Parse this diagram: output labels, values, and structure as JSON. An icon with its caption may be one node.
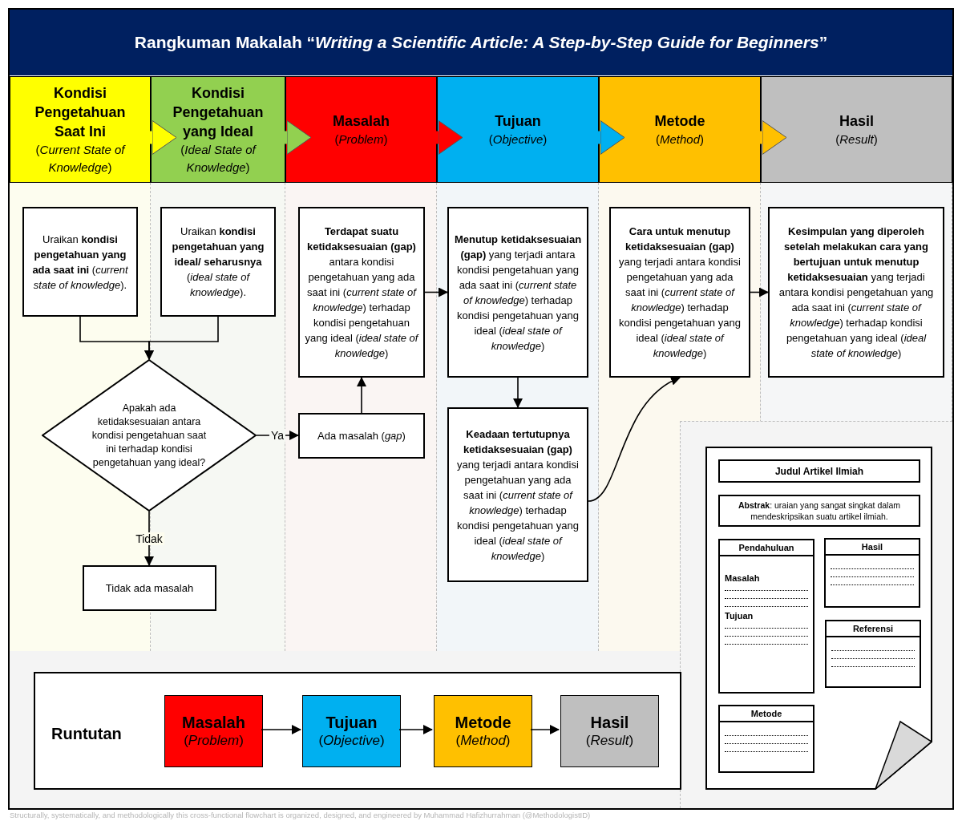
{
  "diagram": {
    "title": "Rangkuman Makalah “*Writing a Scientific Article: A Step-by-Step Guide for Beginners*”",
    "nodes": [
      {
        "text": [
          "Kondisi Pengetahuan Saat Ini",
          "(*Current State of Knowledge*)"
        ]
      },
      {
        "text": [
          "Kondisi Pengetahuan yang Ideal",
          "(*Ideal State of Knowledge*)"
        ]
      },
      {
        "text": [
          "Masalah",
          "(*Problem*)"
        ]
      },
      {
        "text": [
          "Tujuan",
          "(*Objective*)"
        ]
      },
      {
        "text": [
          "Metode",
          "(*Method*)"
        ]
      },
      {
        "text": [
          "Hasil",
          "(*Result*)"
        ]
      },
      {
        "text": [
          "Uraikan **kondisi pengetahuan yang ada saat ini** (*current state of knowledge*)."
        ]
      },
      {
        "text": [
          "Uraikan **kondisi pengetahuan yang ideal/ seharusnya** (*ideal state of knowledge*)."
        ]
      },
      {
        "text": [
          "Apakah ada ketidaksesuaian antara kondisi pengetahuan saat ini terhadap kondisi pengetahuan yang ideal?"
        ]
      },
      {
        "text": [
          "Tidak ada masalah"
        ]
      },
      {
        "text": [
          "Ada masalah (*gap*)"
        ]
      },
      {
        "text": [
          "**Terdapat suatu ketidaksesuaian (gap)** antara kondisi pengetahuan yang ada saat ini (*current state of knowledge*) terhadap kondisi pengetahuan yang ideal (*ideal state of knowledge*)"
        ]
      },
      {
        "text": [
          "**Menutup ketidaksesuaian (gap)** yang terjadi antara kondisi pengetahuan yang ada saat ini (*current state of knowledge*) terhadap kondisi pengetahuan yang ideal (*ideal state of knowledge*)"
        ]
      },
      {
        "text": [
          "**Keadaan tertutupnya ketidaksesuaian (gap)** yang terjadi antara kondisi pengetahuan yang ada saat ini (*current state of knowledge*) terhadap kondisi pengetahuan yang ideal (*ideal state of knowledge*)"
        ]
      },
      {
        "text": [
          "**Cara untuk menutup ketidaksesuaian (gap)** yang terjadi antara kondisi pengetahuan yang ada saat ini (*current state of knowledge*) terhadap kondisi pengetahuan yang ideal (*ideal state of knowledge*)"
        ]
      },
      {
        "text": [
          "**Kesimpulan yang diperoleh setelah melakukan cara yang bertujuan untuk menutup ketidaksesuaian** yang terjadi antara kondisi pengetahuan yang ada saat ini (*current state of knowledge*) terhadap kondisi pengetahuan yang ideal (*ideal state of knowledge*)"
        ]
      },
      {
        "text": [],
        "shape": "page"
      },
      {
        "text": [
          "Judul Artikel Ilmiah"
        ],
        "in": 16
      },
      {
        "text": [
          "**Abstrak**: uraian yang sangat singkat dalam mendeskripsikan suatu artikel ilmiah."
        ],
        "in": 16
      },
      {
        "text": [
          "Pendahuluan",
          "Masalah",
          "Tujuan"
        ],
        "in": 16
      },
      {
        "text": [
          "Hasil"
        ],
        "in": 16
      },
      {
        "text": [
          "Referensi"
        ],
        "in": 16
      },
      {
        "text": [
          "Metode"
        ],
        "in": 16
      },
      {
        "text": [
          "Runtutan"
        ]
      },
      {
        "text": [
          "Masalah",
          "(*Problem*)"
        ],
        "in": 23
      },
      {
        "text": [
          "Tujuan",
          "(*Objective*)"
        ],
        "in": 23
      },
      {
        "text": [
          "Metode",
          "(*Method*)"
        ],
        "in": 23
      },
      {
        "text": [
          "Hasil",
          "(*Result*)"
        ],
        "in": 23
      }
    ],
    "edges": [
      {
        "from": 0,
        "to": 1,
        "arrow": "to",
        "style": "thick",
        "color": "#ffff00"
      },
      {
        "from": 1,
        "to": 2,
        "arrow": "to",
        "style": "thick",
        "color": "#92d050"
      },
      {
        "from": 2,
        "to": 3,
        "arrow": "to",
        "style": "thick",
        "color": "#ff0000"
      },
      {
        "from": 3,
        "to": 4,
        "arrow": "to",
        "style": "thick",
        "color": "#00b0f0"
      },
      {
        "from": 4,
        "to": 5,
        "arrow": "to",
        "style": "thick",
        "color": "#ffc000"
      },
      {
        "from": 6,
        "to": 8,
        "arrow": "to"
      },
      {
        "from": 7,
        "to": 8,
        "arrow": "to"
      },
      {
        "from": 8,
        "to": 10,
        "arrow": "to",
        "label": "Ya"
      },
      {
        "from": 8,
        "to": 9,
        "arrow": "to",
        "label": "Tidak"
      },
      {
        "from": 10,
        "to": 11,
        "arrow": "to"
      },
      {
        "from": 11,
        "to": 12,
        "arrow": "to"
      },
      {
        "from": 12,
        "to": 13,
        "arrow": "to"
      },
      {
        "from": 13,
        "to": 14,
        "arrow": "to"
      },
      {
        "from": 14,
        "to": 15,
        "arrow": "to"
      },
      {
        "from": 24,
        "to": 25,
        "arrow": "to"
      },
      {
        "from": 25,
        "to": 26,
        "arrow": "to"
      },
      {
        "from": 26,
        "to": 27,
        "arrow": "to"
      }
    ],
    "labels": [
      "Structurally, systematically, and methodologically this cross-functional flowchart is organized, designed, and engineered by Muhammad Hafizhurrahman (@MethodologistID)"
    ]
  }
}
